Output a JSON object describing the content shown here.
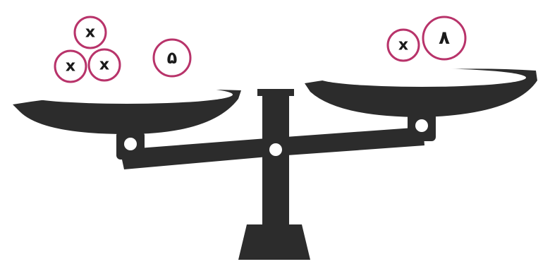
{
  "colors": {
    "scale": "#2c2c2c",
    "coin_ring": "#b8336a",
    "coin_fill": "#ffffff",
    "background": "#ffffff"
  },
  "left_pan": {
    "weights": [
      {
        "label": "x"
      },
      {
        "label": "x"
      },
      {
        "label": "x"
      },
      {
        "label": "۵"
      }
    ]
  },
  "right_pan": {
    "weights": [
      {
        "label": "x"
      },
      {
        "label": "۸"
      }
    ]
  }
}
